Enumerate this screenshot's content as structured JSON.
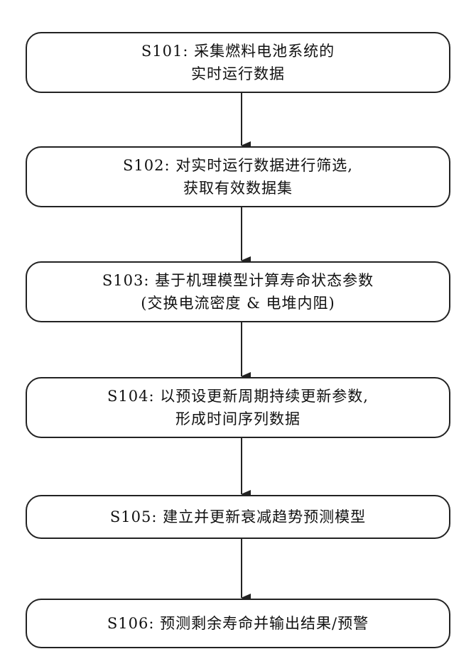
{
  "steps": [
    {
      "id": "S101",
      "lines": [
        "S101: 采集燃料电池系统的",
        "实时运行数据"
      ]
    },
    {
      "id": "S102",
      "lines": [
        "S102: 对实时运行数据进行筛选,",
        "获取有效数据集"
      ]
    },
    {
      "id": "S103",
      "lines": [
        "S103: 基于机理模型计算寿命状态参数",
        "(交换电流密度 & 电堆内阻)"
      ]
    },
    {
      "id": "S104",
      "lines": [
        "S104: 以预设更新周期持续更新参数,",
        "形成时间序列数据"
      ]
    },
    {
      "id": "S105",
      "lines": [
        "S105: 建立并更新衰减趋势预测模型"
      ]
    },
    {
      "id": "S106",
      "lines": [
        "S106: 预测剩余寿命并输出结果/预警"
      ]
    }
  ],
  "colors": {
    "stroke": "#222222",
    "background": "#ffffff",
    "text": "#111111"
  }
}
